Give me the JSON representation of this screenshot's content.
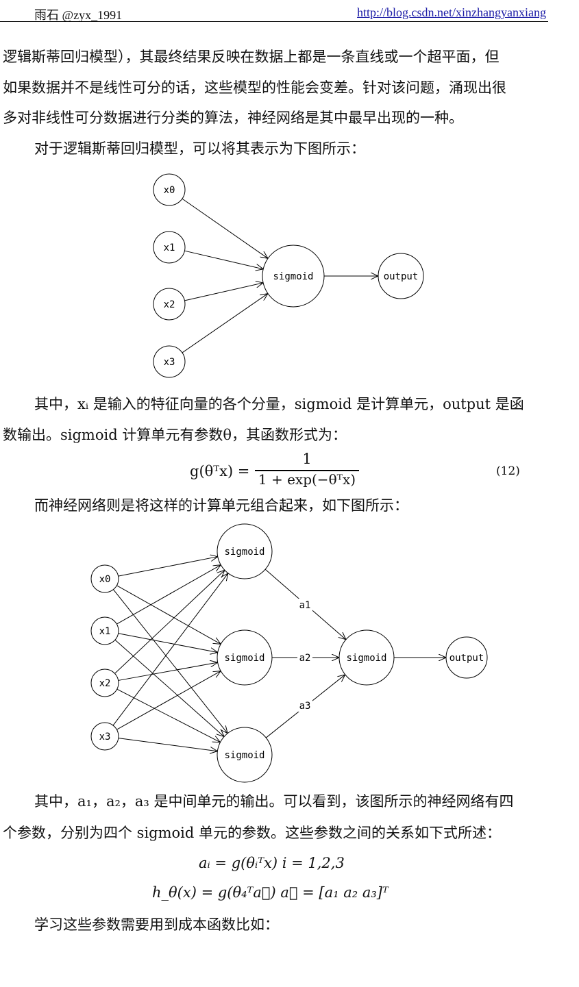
{
  "header": {
    "author": "雨石 @zyx_1991",
    "url": "http://blog.csdn.net/xinzhangyanxiang"
  },
  "paragraphs": [
    "逻辑斯蒂回归模型），其最终结果反映在数据上都是一条直线或一个超平面，但",
    "如果数据并不是线性可分的话，这些模型的性能会变差。针对该问题，涌现出很",
    "多对非线性可分数据进行分类的算法，神经网络是其中最早出现的一种。",
    "对于逻辑斯蒂回归模型，可以将其表示为下图所示：",
    "其中，xᵢ 是输入的特征向量的各个分量，sigmoid 是计算单元，output 是函",
    "数输出。sigmoid 计算单元有参数θ，其函数形式为：",
    "而神经网络则是将这样的计算单元组合起来，如下图所示：",
    "其中，a₁，a₂，a₃ 是中间单元的输出。可以看到，该图所示的神经网络有四",
    "个参数，分别为四个 sigmoid 单元的参数。这些参数之间的关系如下式所述：",
    "学习这些参数需要用到成本函数比如："
  ],
  "equation12": {
    "lhs": "g(θᵀx) =",
    "numerator": "1",
    "denominator": "1 + exp(−θᵀx)",
    "number": "(12)"
  },
  "eq_a": "aᵢ = g(θᵢᵀx)   i = 1,2,3",
  "eq_h": "h_θ(x) = g(θ₄ᵀa⃗)   a⃗ = [a₁   a₂   a₃]ᵀ",
  "diagram1": {
    "inputs": [
      "x0",
      "x1",
      "x2",
      "x3"
    ],
    "unit": "sigmoid",
    "output": "output"
  },
  "diagram2": {
    "inputs": [
      "x0",
      "x1",
      "x2",
      "x3"
    ],
    "hidden": [
      "sigmoid",
      "sigmoid",
      "sigmoid"
    ],
    "edge_labels": [
      "a1",
      "a2",
      "a3"
    ],
    "unit": "sigmoid",
    "output": "output"
  }
}
